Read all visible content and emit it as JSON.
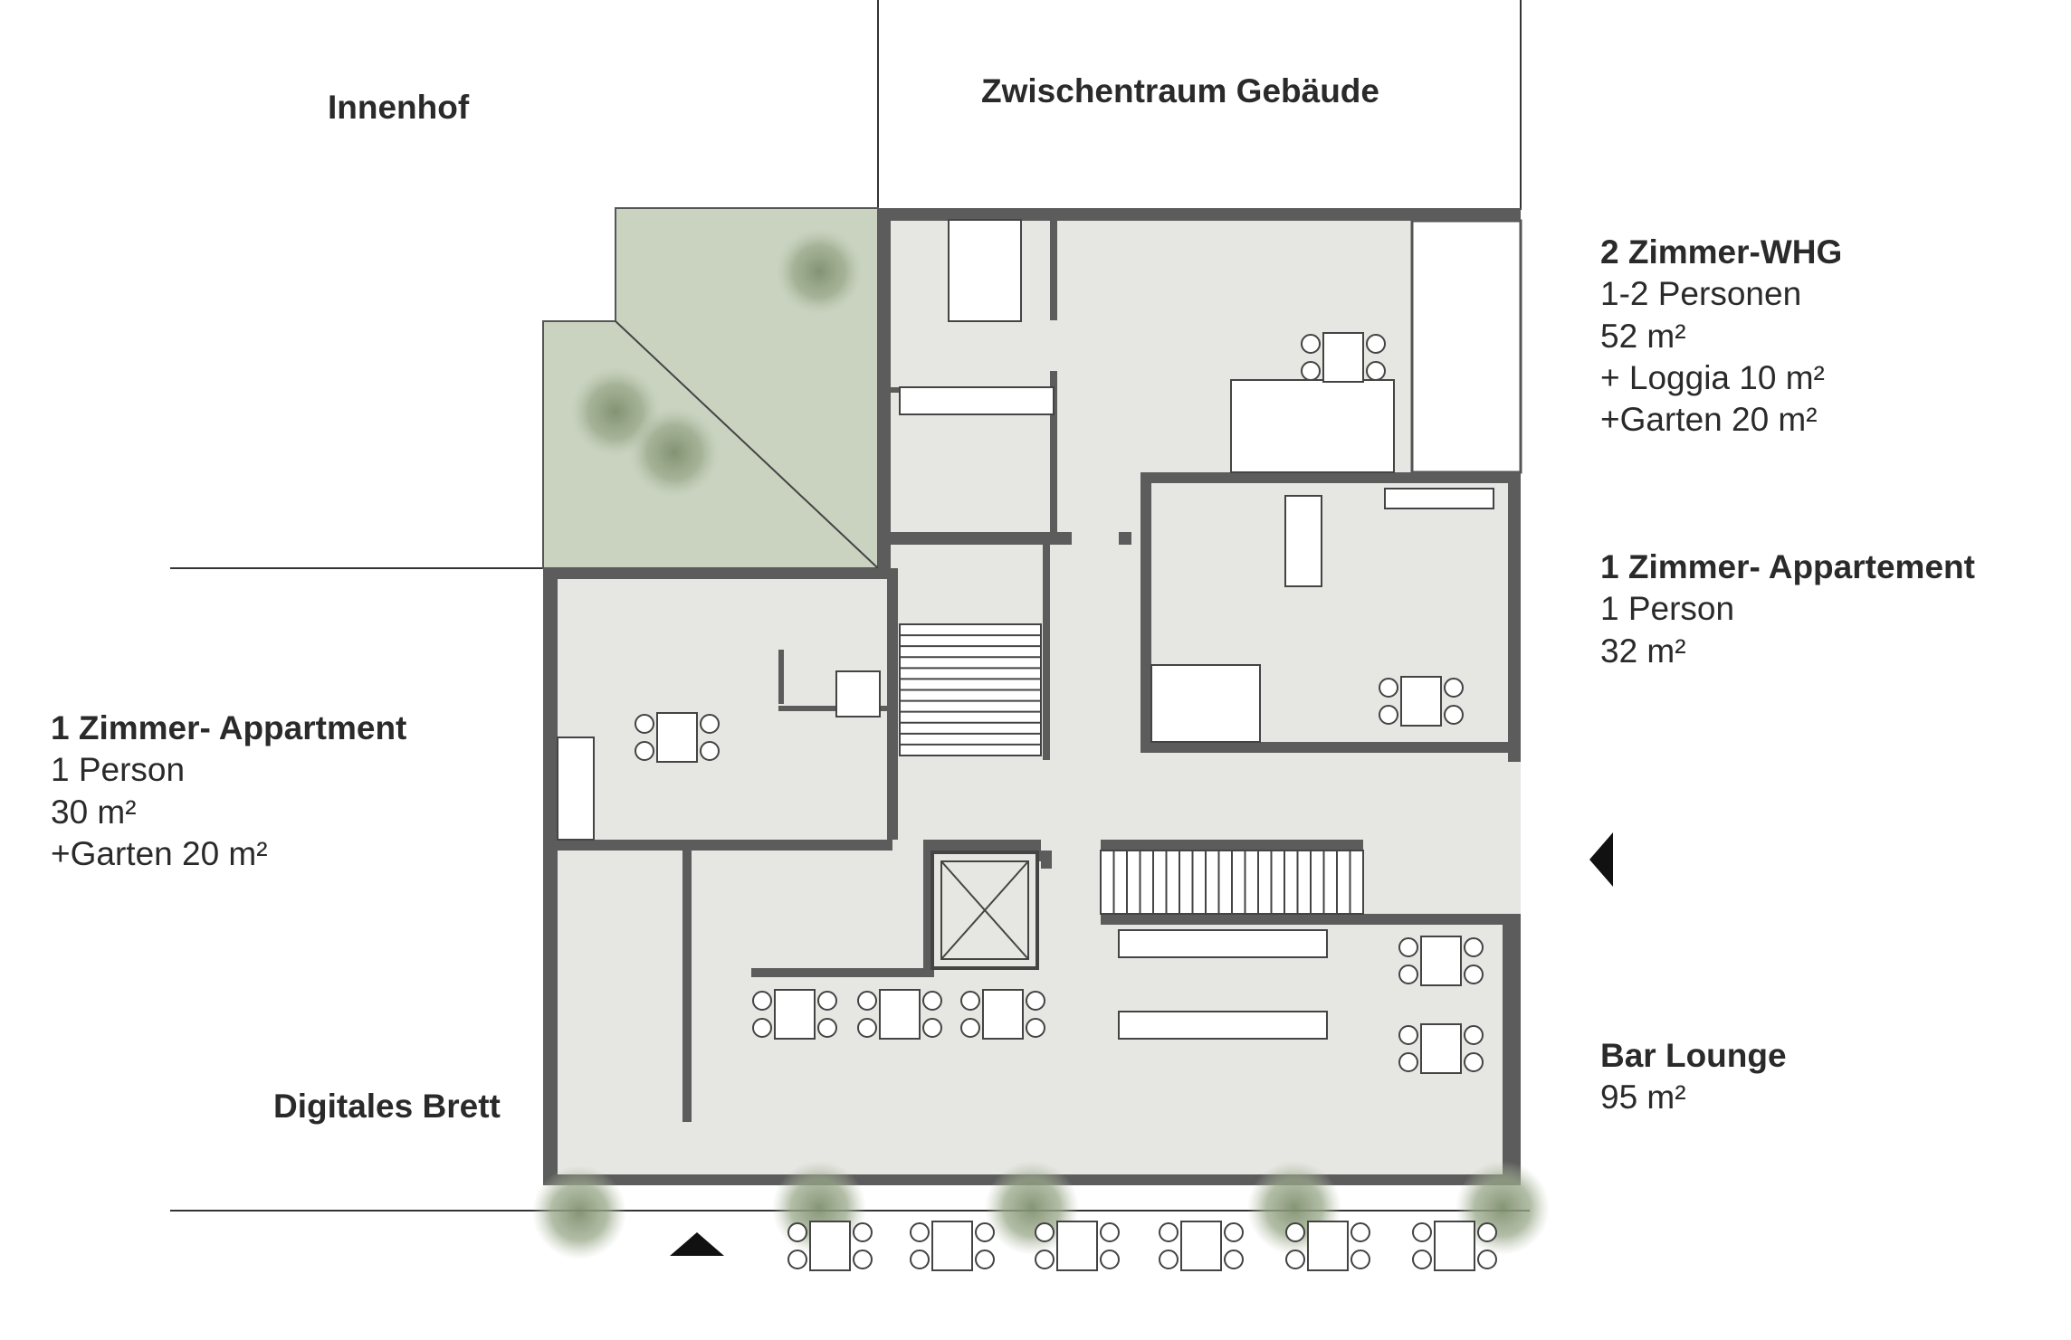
{
  "labels": {
    "innenhof": "Innenhof",
    "zwischenraum": "Zwischentraum Gebäude",
    "digitales_brett": "Digitales Brett"
  },
  "units": {
    "whg2": {
      "title": "2 Zimmer-WHG",
      "line1": "1-2 Personen",
      "line2": "52 m²",
      "line3": "+ Loggia 10 m²",
      "line4": "+Garten 20 m²"
    },
    "app_right": {
      "title": "1 Zimmer- Appartement",
      "line1": "1 Person",
      "line2": "32 m²"
    },
    "app_left": {
      "title": "1 Zimmer- Appartment",
      "line1": "1 Person",
      "line2": "30 m²",
      "line3": "+Garten 20 m²"
    },
    "bar": {
      "title": "Bar Lounge",
      "line1": "95 m²"
    }
  },
  "colors": {
    "wall": "#5c5c5c",
    "floor": "#e6e6e2",
    "garden": "#c9d3c0",
    "line": "#333333"
  }
}
